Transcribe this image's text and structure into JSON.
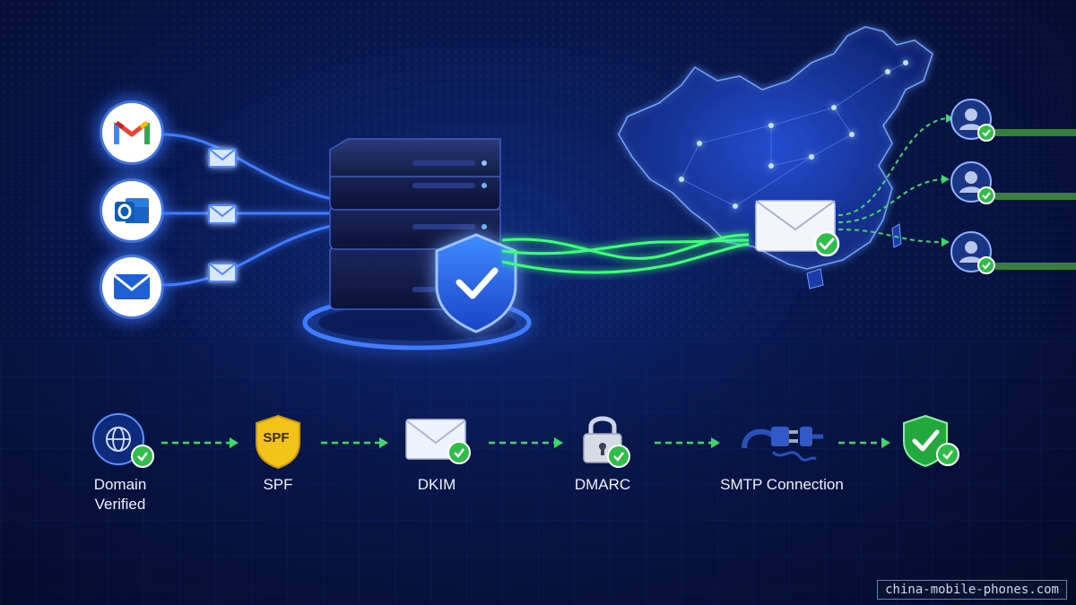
{
  "providers": [
    {
      "name": "gmail-icon"
    },
    {
      "name": "outlook-icon"
    },
    {
      "name": "mail-icon"
    }
  ],
  "pipeline": [
    {
      "id": "domain",
      "label_line1": "Domain",
      "label_line2": "Verified",
      "icon": "globe-icon"
    },
    {
      "id": "spf",
      "label_line1": "SPF",
      "label_line2": "",
      "icon": "spf-shield-icon",
      "badge_text": "SPF"
    },
    {
      "id": "dkim",
      "label_line1": "DKIM",
      "label_line2": "",
      "icon": "envelope-icon"
    },
    {
      "id": "dmarc",
      "label_line1": "DMARC",
      "label_line2": "",
      "icon": "padlock-icon"
    },
    {
      "id": "smtp",
      "label_line1": "SMTP Connection",
      "label_line2": "",
      "icon": "plug-icon"
    },
    {
      "id": "done",
      "label_line1": "",
      "label_line2": "",
      "icon": "green-shield-icon"
    }
  ],
  "recipients": [
    {
      "name": "user-icon"
    },
    {
      "name": "user-icon"
    },
    {
      "name": "user-icon"
    }
  ],
  "watermark": "china-mobile-phones.com",
  "colors": {
    "accent_blue": "#3f7bff",
    "success_green": "#2fbe4a",
    "background": "#06123a"
  }
}
